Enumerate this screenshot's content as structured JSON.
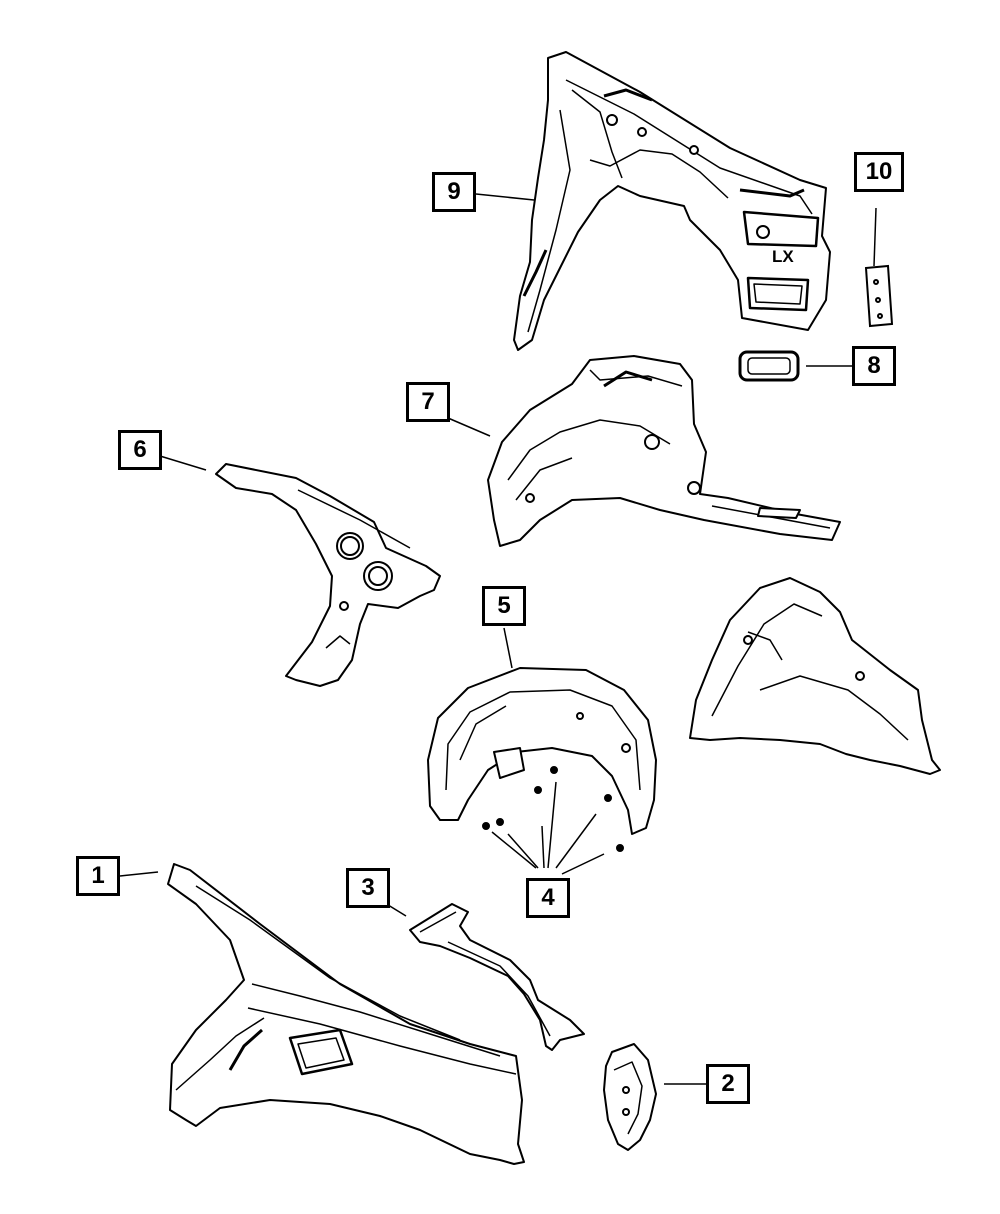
{
  "diagram": {
    "callouts": [
      {
        "id": "1",
        "label": "1"
      },
      {
        "id": "2",
        "label": "2"
      },
      {
        "id": "3",
        "label": "3"
      },
      {
        "id": "4",
        "label": "4"
      },
      {
        "id": "5",
        "label": "5"
      },
      {
        "id": "6",
        "label": "6"
      },
      {
        "id": "7",
        "label": "7"
      },
      {
        "id": "8",
        "label": "8"
      },
      {
        "id": "9",
        "label": "9"
      },
      {
        "id": "10",
        "label": "10"
      }
    ],
    "part_marking": "LX",
    "colors": {
      "line": "#000000",
      "background": "#ffffff",
      "part_fill": "#ffffff",
      "shade": "#d9d9d9"
    }
  }
}
